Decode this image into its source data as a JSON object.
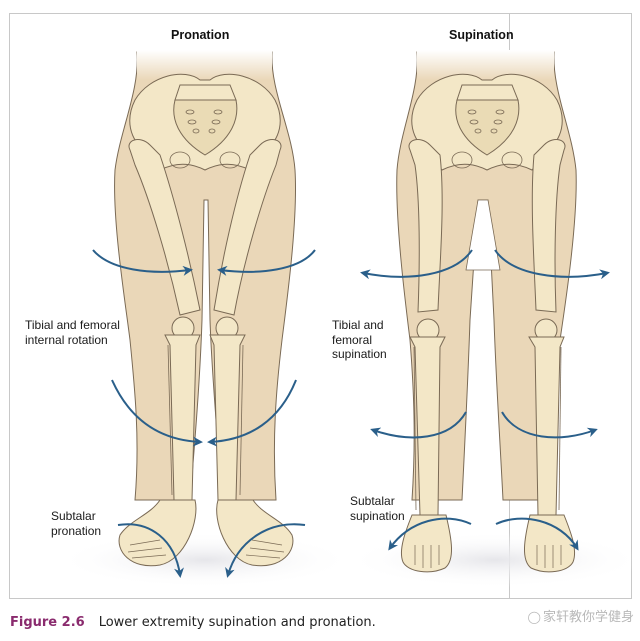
{
  "figure": {
    "number": "Figure 2.6",
    "caption": "Lower extremity supination and pronation.",
    "accent_color": "#8a2b6e",
    "arrow_color": "#2a5f8a",
    "bone_color": "#f3e7c7",
    "skin_color": "#ead7b8",
    "outline_color": "#7a6a55"
  },
  "panels": [
    {
      "title": "Pronation",
      "labels": [
        {
          "id": "knee",
          "text_lines": [
            "Tibial and femoral",
            "internal rotation"
          ]
        },
        {
          "id": "foot",
          "text_lines": [
            "Subtalar",
            "pronation"
          ]
        }
      ],
      "arrows": [
        "femur-inward-left",
        "femur-inward-right",
        "tibia-inward-left",
        "tibia-inward-right",
        "foot-pronation-left",
        "foot-pronation-right"
      ]
    },
    {
      "title": "Supination",
      "labels": [
        {
          "id": "knee",
          "text_lines": [
            "Tibial and",
            "femoral",
            "supination"
          ]
        },
        {
          "id": "foot",
          "text_lines": [
            "Subtalar",
            "supination"
          ]
        }
      ],
      "arrows": [
        "femur-outward-left",
        "femur-outward-right",
        "tibia-outward-left",
        "tibia-outward-right",
        "foot-supination-left",
        "foot-supination-right"
      ]
    }
  ],
  "watermark": {
    "icon": "wechat-icon",
    "text": "家轩教你学健身"
  }
}
